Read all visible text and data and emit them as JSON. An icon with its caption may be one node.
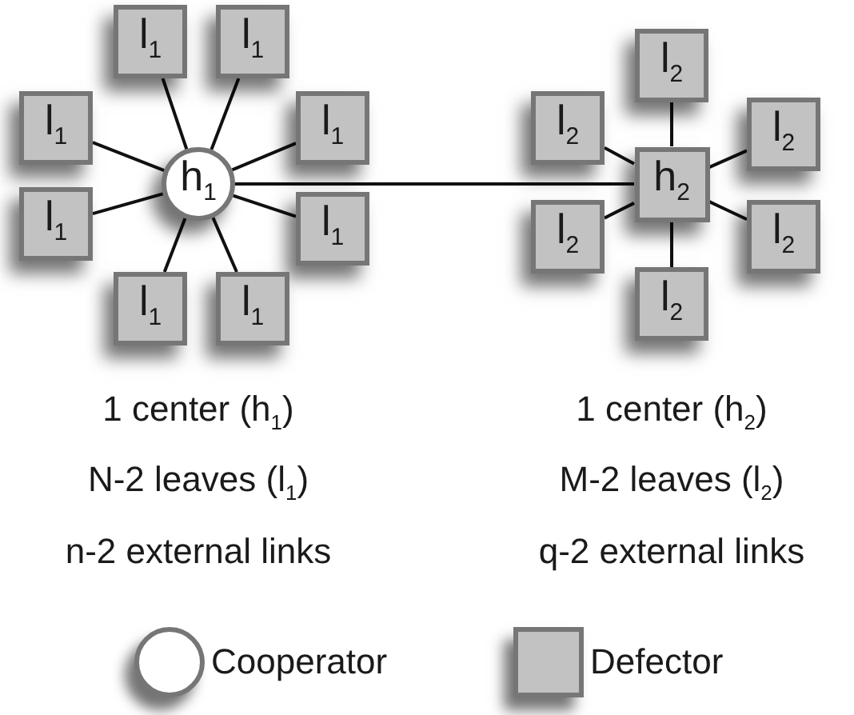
{
  "diagram": {
    "nodes": [
      {
        "text": [
          "h$_{1}$"
        ]
      },
      {
        "text": [
          "l$_{1}$"
        ]
      },
      {
        "text": [
          "l$_{1}$"
        ]
      },
      {
        "text": [
          "l$_{1}$"
        ]
      },
      {
        "text": [
          "l$_{1}$"
        ]
      },
      {
        "text": [
          "l$_{1}$"
        ]
      },
      {
        "text": [
          "l$_{1}$"
        ]
      },
      {
        "text": [
          "l$_{1}$"
        ]
      },
      {
        "text": [
          "l$_{1}$"
        ]
      },
      {
        "text": [
          "h$_{2}$"
        ]
      },
      {
        "text": [
          "l$_{2}$"
        ]
      },
      {
        "text": [
          "l$_{2}$"
        ]
      },
      {
        "text": [
          "l$_{2}$"
        ]
      },
      {
        "text": [
          "l$_{2}$"
        ]
      },
      {
        "text": [
          "l$_{2}$"
        ]
      },
      {
        "text": [
          "l$_{2}$"
        ]
      }
    ],
    "edges": [
      {
        "from": 0,
        "to": 1,
        "arrow": "none"
      },
      {
        "from": 0,
        "to": 2,
        "arrow": "none"
      },
      {
        "from": 0,
        "to": 3,
        "arrow": "none"
      },
      {
        "from": 0,
        "to": 4,
        "arrow": "none"
      },
      {
        "from": 0,
        "to": 5,
        "arrow": "none"
      },
      {
        "from": 0,
        "to": 6,
        "arrow": "none"
      },
      {
        "from": 0,
        "to": 7,
        "arrow": "none"
      },
      {
        "from": 0,
        "to": 8,
        "arrow": "none"
      },
      {
        "from": 0,
        "to": 9,
        "arrow": "none"
      },
      {
        "from": 9,
        "to": 10,
        "arrow": "none"
      },
      {
        "from": 9,
        "to": 11,
        "arrow": "none"
      },
      {
        "from": 9,
        "to": 12,
        "arrow": "none"
      },
      {
        "from": 9,
        "to": 13,
        "arrow": "none"
      },
      {
        "from": 9,
        "to": 14,
        "arrow": "none"
      },
      {
        "from": 9,
        "to": 15,
        "arrow": "none"
      }
    ],
    "labels": [
      "1 center (h$_{1}$)",
      "N-2 leaves (l$_{1}$)",
      "n-2 external links",
      "1 center (h$_{2}$)",
      "M-2 leaves (l$_{2}$)",
      "q-2 external links"
    ],
    "legend": [
      {
        "text": "Cooperator"
      },
      {
        "text": "Defector"
      }
    ]
  }
}
